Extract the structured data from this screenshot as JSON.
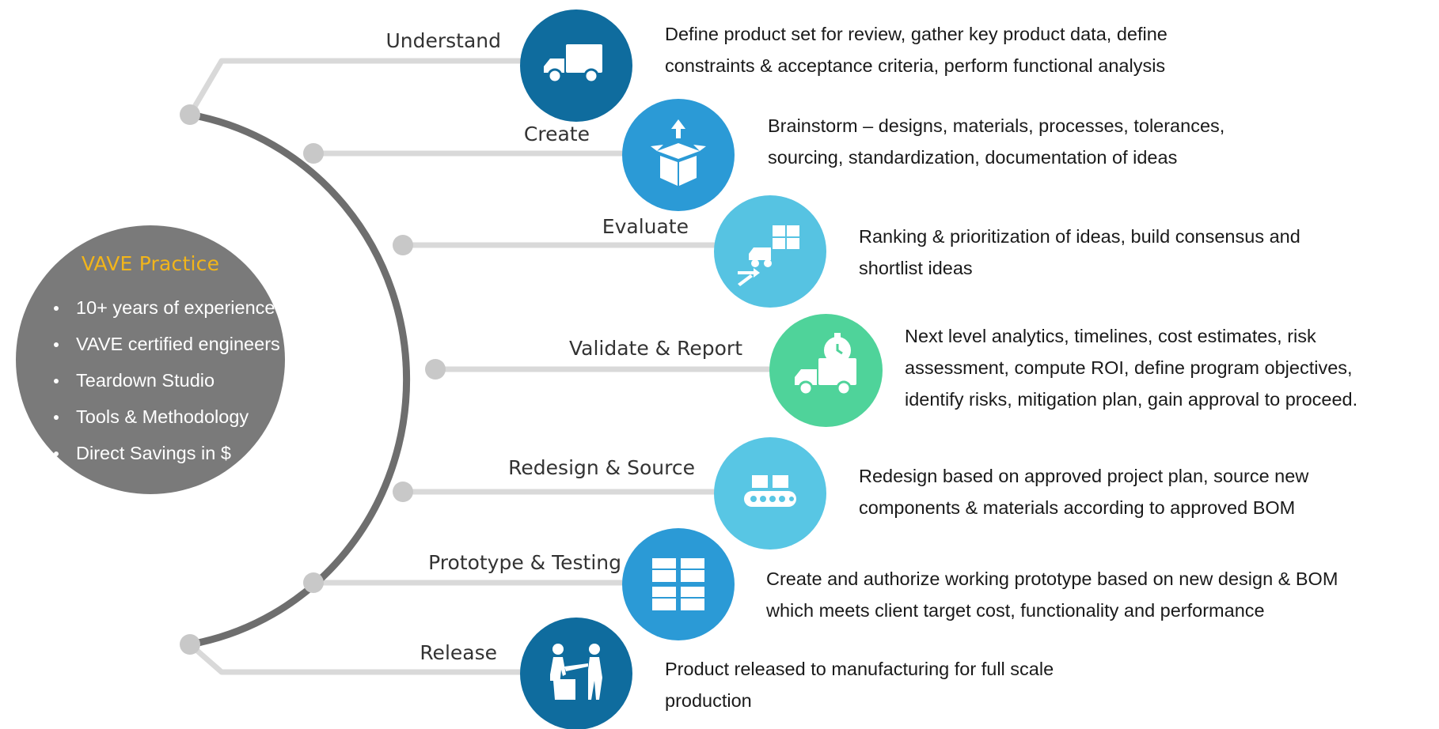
{
  "center": {
    "title": "VAVE Practice",
    "title_color": "#f2b51a",
    "fill_color": "#7a7a7a",
    "bullets": [
      "10+ years of experience",
      "VAVE certified engineers",
      "Teardown Studio",
      "Tools & Methodology",
      "Direct Savings in $"
    ]
  },
  "colors": {
    "arc": "#6e6e6e",
    "connector": "#d9d9d9",
    "node": "#c8c8c8"
  },
  "steps": [
    {
      "label": "Understand",
      "icon": "delivery-truck-icon",
      "color": "#0f6c9e",
      "description": [
        "Define product set for review, gather key product data, define",
        "constraints & acceptance criteria, perform functional analysis"
      ]
    },
    {
      "label": "Create",
      "icon": "open-box-icon",
      "color": "#2b9ad6",
      "description": [
        "Brainstorm – designs, materials, processes, tolerances,",
        "sourcing, standardization, documentation of ideas"
      ]
    },
    {
      "label": "Evaluate",
      "icon": "forklift-arrows-icon",
      "color": "#56c3e2",
      "description": [
        "Ranking & prioritization of ideas, build consensus and",
        "shortlist ideas"
      ]
    },
    {
      "label": "Validate & Report",
      "icon": "truck-stopwatch-icon",
      "color": "#4fd39a",
      "description": [
        "Next level analytics, timelines, cost estimates, risk",
        "assessment, compute ROI, define program objectives,",
        "identify risks, mitigation plan, gain approval to proceed."
      ]
    },
    {
      "label": "Redesign & Source",
      "icon": "conveyor-belt-icon",
      "color": "#58c6e4",
      "description": [
        "Redesign based on approved project plan, source new",
        "components & materials according to approved BOM"
      ]
    },
    {
      "label": "Prototype & Testing",
      "icon": "stacked-boxes-icon",
      "color": "#2b9ad6",
      "description": [
        "Create and authorize working prototype based on new design & BOM",
        "which meets client target cost, functionality and performance"
      ]
    },
    {
      "label": "Release",
      "icon": "handover-people-icon",
      "color": "#0f6c9e",
      "description": [
        "Product released to manufacturing for full scale",
        "production"
      ]
    }
  ]
}
